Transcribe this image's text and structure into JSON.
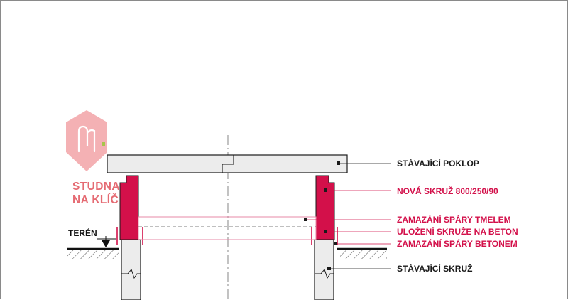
{
  "logo": {
    "line1": "STUDNA",
    "line2": "NA KLÍČ",
    "color": "#e56b73"
  },
  "colors": {
    "accent": "#d3104a",
    "concrete": "#ececec",
    "outline": "#1a1a1a",
    "axis": "#7a7a7a"
  },
  "labels": {
    "existing_cover": "STÁVAJÍCÍ POKLOP",
    "new_ring": "NOVÁ SKRUŽ 800/250/90",
    "joint_mortar": "ZAMAZÁNÍ SPÁRY TMELEM",
    "ring_on_concrete": "ULOŽENÍ SKRUŽE NA BETON",
    "joint_concrete": "ZAMAZÁNÍ SPÁRY BETONEM",
    "existing_ring": "STÁVAJÍCÍ SKRUŽ",
    "terrain": "TERÉN"
  }
}
